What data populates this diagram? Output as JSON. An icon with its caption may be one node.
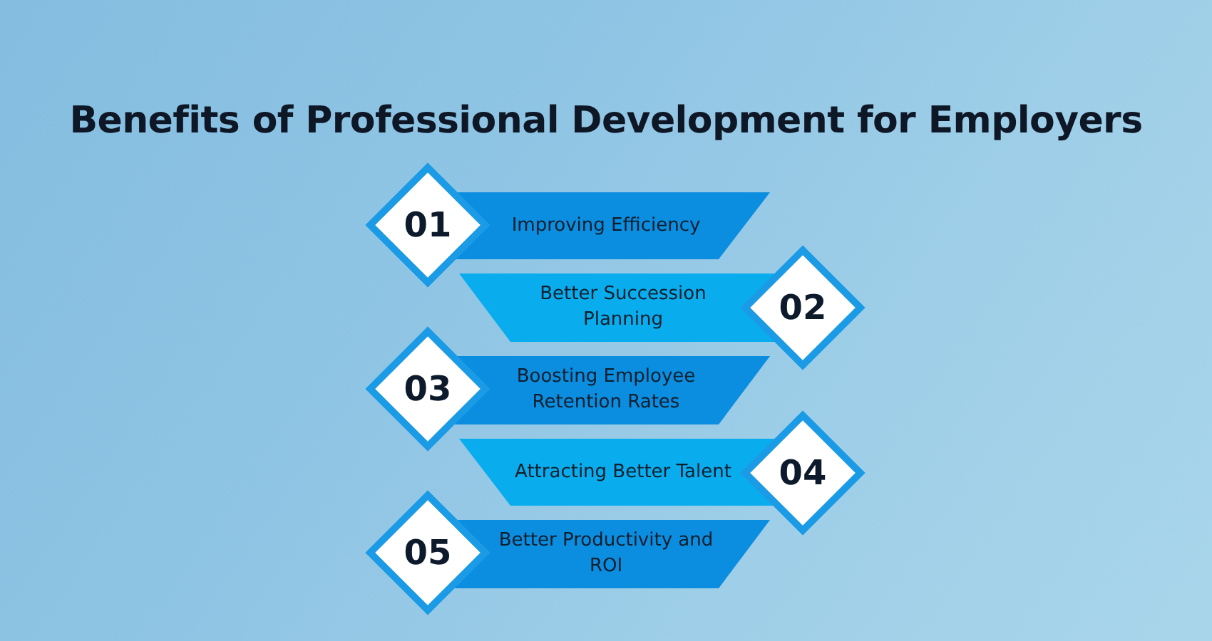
{
  "diagram": {
    "title": "Benefits of Professional Development for Employers",
    "nodes": [
      {
        "text": [
          "01"
        ]
      },
      {
        "text": [
          "Improving Efficiency"
        ]
      },
      {
        "text": [
          "Better Succession Planning"
        ]
      },
      {
        "text": [
          "02"
        ]
      },
      {
        "text": [
          "03"
        ]
      },
      {
        "text": [
          "Boosting Employee Retention Rates"
        ]
      },
      {
        "text": [
          "Attracting Better Talent"
        ]
      },
      {
        "text": [
          "04"
        ]
      },
      {
        "text": [
          "05"
        ]
      },
      {
        "text": [
          "Better Productivity and ROI"
        ]
      }
    ]
  }
}
